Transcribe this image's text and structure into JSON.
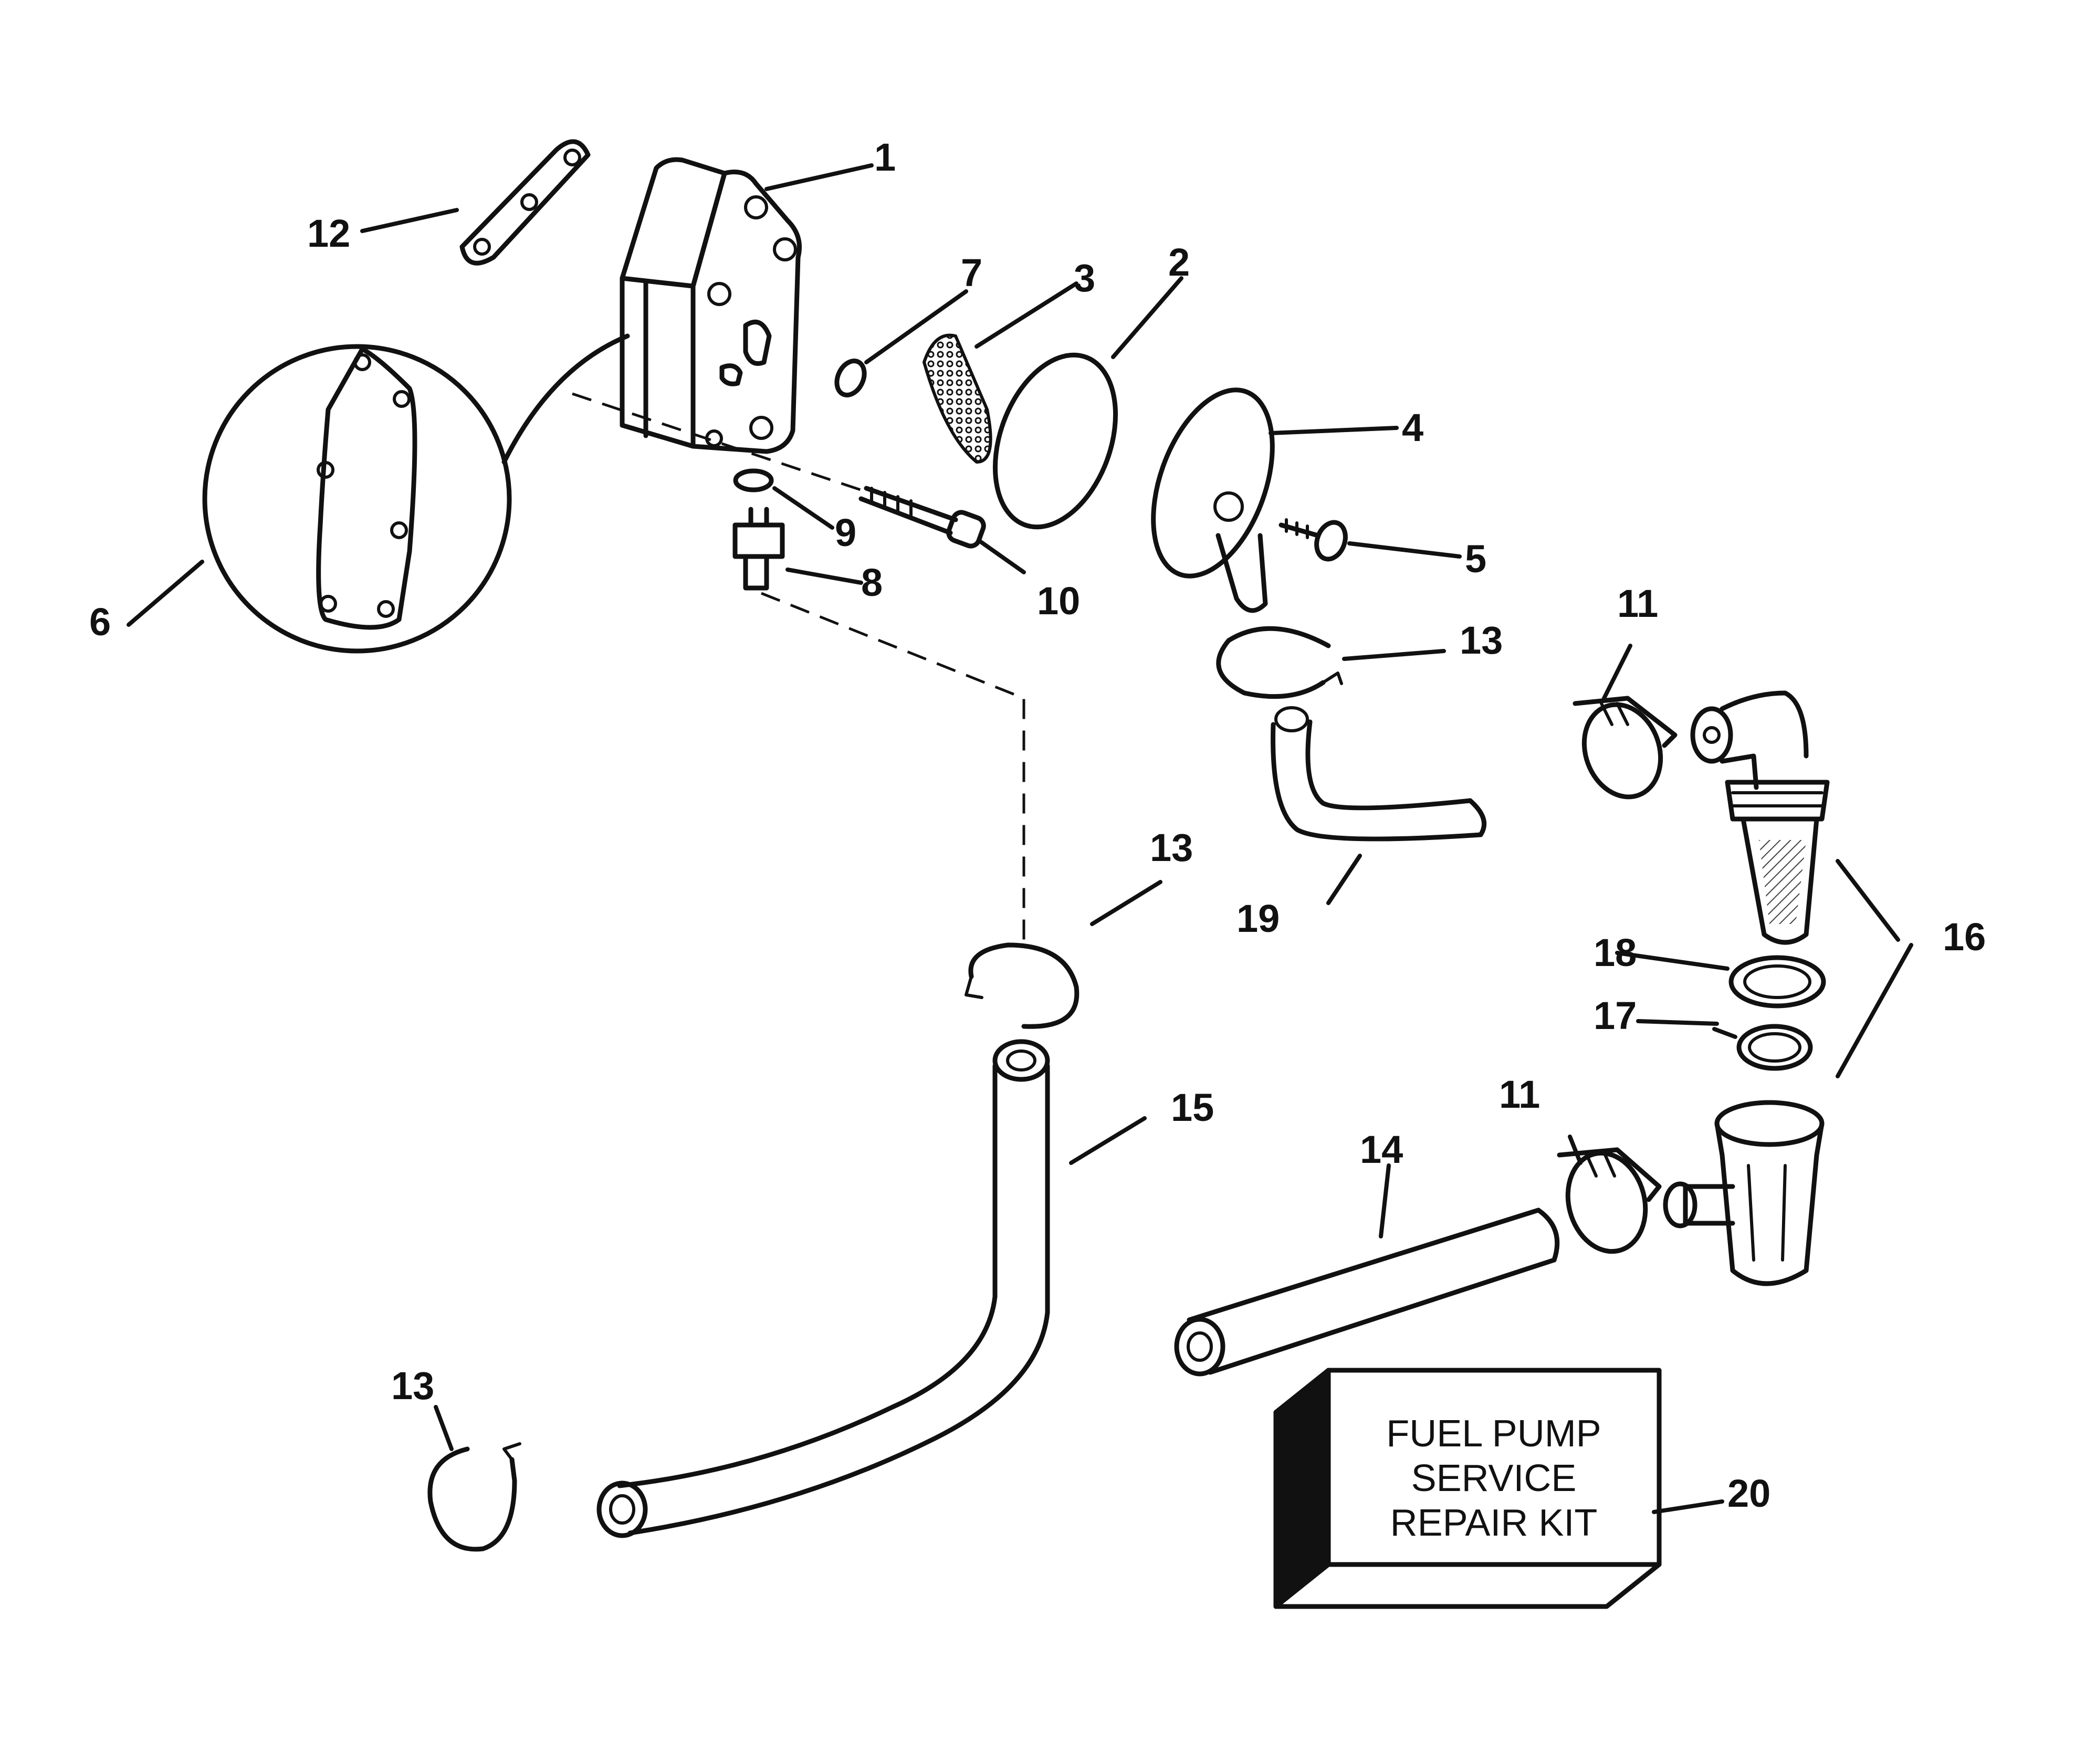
{
  "callouts": {
    "c1": "1",
    "c2": "2",
    "c3": "3",
    "c4": "4",
    "c5": "5",
    "c6": "6",
    "c7": "7",
    "c8": "8",
    "c9": "9",
    "c10": "10",
    "c11a": "11",
    "c11b": "11",
    "c12": "12",
    "c13a": "13",
    "c13b": "13",
    "c13c": "13",
    "c14": "14",
    "c15": "15",
    "c16": "16",
    "c17": "17",
    "c18": "18",
    "c19": "19",
    "c20": "20"
  },
  "kit_box": {
    "line1": "FUEL PUMP",
    "line2": "SERVICE",
    "line3": "REPAIR KIT"
  }
}
